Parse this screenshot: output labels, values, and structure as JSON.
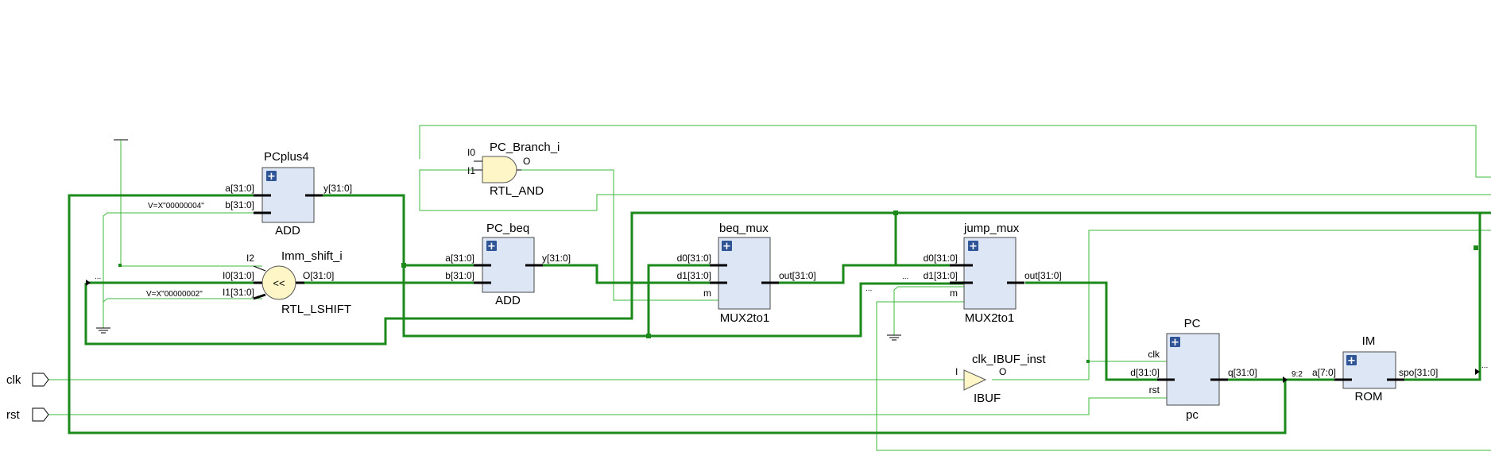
{
  "blocks": {
    "pcplus4": {
      "name": "PCplus4",
      "type": "ADD",
      "pins_in": [
        "a[31:0]",
        "b[31:0]"
      ],
      "pin_out": "y[31:0]"
    },
    "pc_beq": {
      "name": "PC_beq",
      "type": "ADD",
      "pins_in": [
        "a[31:0]",
        "b[31:0]"
      ],
      "pin_out": "y[31:0]"
    },
    "beq_mux": {
      "name": "beq_mux",
      "type": "MUX2to1",
      "pins_in": [
        "d0[31:0]",
        "d1[31:0]",
        "m"
      ],
      "pin_out": "out[31:0]"
    },
    "jump_mux": {
      "name": "jump_mux",
      "type": "MUX2to1",
      "pins_in": [
        "d0[31:0]",
        "d1[31:0]",
        "m"
      ],
      "pin_out": "out[31:0]"
    },
    "pc": {
      "name": "PC",
      "type": "pc",
      "pins_in": [
        "clk",
        "d[31:0]",
        "rst"
      ],
      "pin_out": "q[31:0]"
    },
    "im": {
      "name": "IM",
      "type": "ROM",
      "pins_in": [
        "a[7:0]"
      ],
      "pin_out": "spo[31:0]"
    }
  },
  "primitives": {
    "and_gate": {
      "name": "PC_Branch_i",
      "type": "RTL_AND",
      "pins_in": [
        "I0",
        "I1"
      ],
      "pin_out": "O"
    },
    "lshift": {
      "name": "Imm_shift_i",
      "type": "RTL_LSHIFT",
      "symbol": "<<",
      "pins_in": [
        "I2",
        "I0[31:0]",
        "I1[31:0]"
      ],
      "pin_out": "O[31:0]"
    },
    "ibuf": {
      "name": "clk_IBUF_inst",
      "type": "IBUF",
      "pin_in": "I",
      "pin_out": "O"
    }
  },
  "ports": {
    "clk": "clk",
    "rst": "rst"
  },
  "constants": {
    "four": "V=X\"00000004\"",
    "two": "V=X\"00000002\""
  },
  "labels": {
    "ellipsis": "...",
    "slice": "9:2"
  },
  "colors": {
    "wire": "#3cb83c",
    "bus": "#1b8a1b",
    "block_fill": "#dce6f4",
    "primitive_fill": "#fff6c8",
    "expand_button": "#2f5597"
  }
}
